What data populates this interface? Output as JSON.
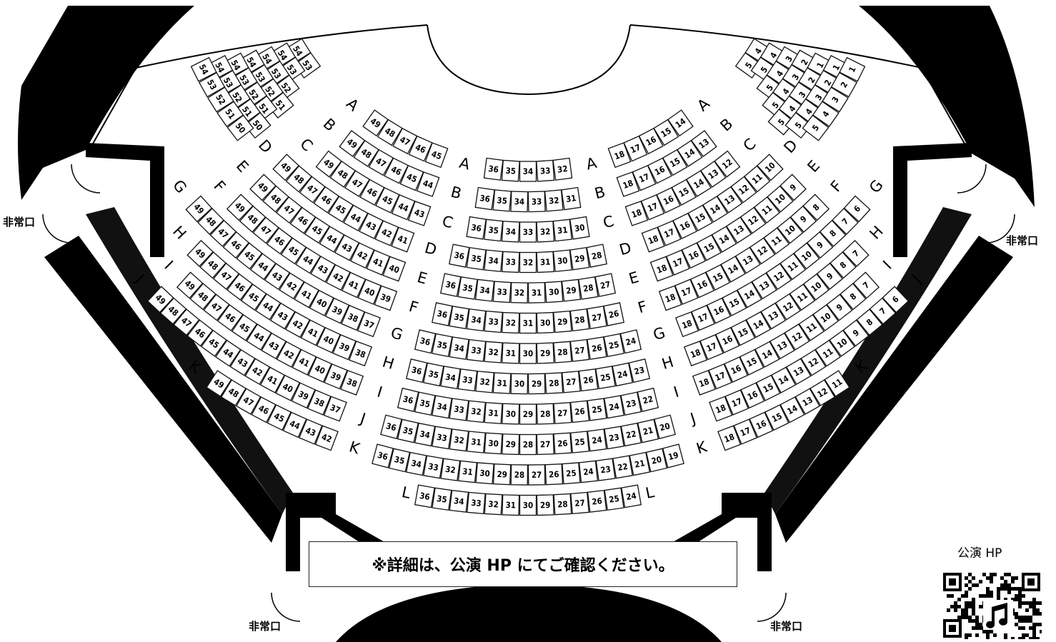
{
  "exits": {
    "left": "非常口",
    "right": "非常口",
    "bottom_left": "非常口",
    "bottom_right": "非常口"
  },
  "notice": "※詳細は、公演 HP にてご確認ください。",
  "qr": {
    "caption": "公演 HP",
    "icon": "music-note-icon"
  },
  "seating": {
    "row_letters": [
      "A",
      "B",
      "C",
      "D",
      "E",
      "F",
      "G",
      "H",
      "I",
      "J",
      "K",
      "L"
    ],
    "blocks": [
      {
        "name": "far-left",
        "rows": [
          {
            "row": "A",
            "seats": [
              4,
              5
            ]
          },
          {
            "row": "B",
            "seats": [
              4,
              5
            ]
          },
          {
            "row": "C",
            "seats": [
              3,
              4,
              5
            ]
          },
          {
            "row": "D",
            "seats": [
              2,
              3,
              4,
              5
            ]
          },
          {
            "row": "E",
            "seats": [
              1,
              2,
              3,
              4,
              5
            ]
          },
          {
            "row": "F",
            "seats": [
              1,
              2,
              3,
              4,
              5
            ]
          },
          {
            "row": "G",
            "seats": [
              1,
              2,
              3,
              4,
              5
            ]
          }
        ]
      },
      {
        "name": "left",
        "rows": [
          {
            "row": "A",
            "seats": [
              14,
              15,
              16,
              17,
              18
            ]
          },
          {
            "row": "B",
            "seats": [
              13,
              14,
              15,
              16,
              17,
              18
            ]
          },
          {
            "row": "C",
            "seats": [
              12,
              13,
              14,
              15,
              16,
              17,
              18
            ]
          },
          {
            "row": "D",
            "seats": [
              10,
              11,
              12,
              13,
              14,
              15,
              16,
              17,
              18
            ]
          },
          {
            "row": "E",
            "seats": [
              9,
              10,
              11,
              12,
              13,
              14,
              15,
              16,
              17,
              18
            ]
          },
          {
            "row": "F",
            "seats": [
              8,
              9,
              10,
              11,
              12,
              13,
              14,
              15,
              16,
              17,
              18
            ]
          },
          {
            "row": "G",
            "seats": [
              6,
              7,
              8,
              9,
              10,
              11,
              12,
              13,
              14,
              15,
              16,
              17,
              18
            ]
          },
          {
            "row": "H",
            "seats": [
              7,
              8,
              9,
              10,
              11,
              12,
              13,
              14,
              15,
              16,
              17,
              18
            ]
          },
          {
            "row": "I",
            "seats": [
              7,
              8,
              9,
              10,
              11,
              12,
              13,
              14,
              15,
              16,
              17,
              18
            ]
          },
          {
            "row": "J",
            "seats": [
              6,
              7,
              8,
              9,
              10,
              11,
              12,
              13,
              14,
              15,
              16,
              17,
              18
            ]
          },
          {
            "row": "K",
            "seats": [
              11,
              12,
              13,
              14,
              15,
              16,
              17,
              18
            ]
          }
        ]
      },
      {
        "name": "center",
        "rows": [
          {
            "row": "A",
            "seats": [
              32,
              33,
              34,
              35,
              36
            ]
          },
          {
            "row": "B",
            "seats": [
              31,
              32,
              33,
              34,
              35,
              36
            ]
          },
          {
            "row": "C",
            "seats": [
              30,
              31,
              32,
              33,
              34,
              35,
              36
            ]
          },
          {
            "row": "D",
            "seats": [
              28,
              29,
              30,
              31,
              32,
              33,
              34,
              35,
              36
            ]
          },
          {
            "row": "E",
            "seats": [
              27,
              28,
              29,
              30,
              31,
              32,
              33,
              34,
              35,
              36
            ]
          },
          {
            "row": "F",
            "seats": [
              26,
              27,
              28,
              29,
              30,
              31,
              32,
              33,
              34,
              35,
              36
            ]
          },
          {
            "row": "G",
            "seats": [
              24,
              25,
              26,
              27,
              28,
              29,
              30,
              31,
              32,
              33,
              34,
              35,
              36
            ]
          },
          {
            "row": "H",
            "seats": [
              23,
              24,
              25,
              26,
              27,
              28,
              29,
              30,
              31,
              32,
              33,
              34,
              35,
              36
            ]
          },
          {
            "row": "I",
            "seats": [
              22,
              23,
              24,
              25,
              26,
              27,
              28,
              29,
              30,
              31,
              32,
              33,
              34,
              35,
              36
            ]
          },
          {
            "row": "J",
            "seats": [
              20,
              21,
              22,
              23,
              24,
              25,
              26,
              27,
              28,
              29,
              30,
              31,
              32,
              33,
              34,
              35,
              36
            ]
          },
          {
            "row": "K",
            "seats": [
              19,
              20,
              21,
              22,
              23,
              24,
              25,
              26,
              27,
              28,
              29,
              30,
              31,
              32,
              33,
              34,
              35,
              36
            ]
          },
          {
            "row": "L",
            "seats": [
              24,
              25,
              26,
              27,
              28,
              29,
              30,
              31,
              32,
              33,
              34,
              35,
              36
            ]
          }
        ]
      },
      {
        "name": "right",
        "rows": [
          {
            "row": "A",
            "seats": [
              45,
              46,
              47,
              48,
              49
            ]
          },
          {
            "row": "B",
            "seats": [
              44,
              45,
              46,
              47,
              48,
              49
            ]
          },
          {
            "row": "C",
            "seats": [
              43,
              44,
              45,
              46,
              47,
              48,
              49
            ]
          },
          {
            "row": "D",
            "seats": [
              41,
              42,
              43,
              44,
              45,
              46,
              47,
              48,
              49
            ]
          },
          {
            "row": "E",
            "seats": [
              40,
              41,
              42,
              43,
              44,
              45,
              46,
              47,
              48,
              49
            ]
          },
          {
            "row": "F",
            "seats": [
              39,
              40,
              41,
              42,
              43,
              44,
              45,
              46,
              47,
              48,
              49
            ]
          },
          {
            "row": "G",
            "seats": [
              37,
              38,
              39,
              40,
              41,
              42,
              43,
              44,
              45,
              46,
              47,
              48,
              49
            ]
          },
          {
            "row": "H",
            "seats": [
              38,
              39,
              40,
              41,
              42,
              43,
              44,
              45,
              46,
              47,
              48,
              49
            ]
          },
          {
            "row": "I",
            "seats": [
              38,
              39,
              40,
              41,
              42,
              43,
              44,
              45,
              46,
              47,
              48,
              49
            ]
          },
          {
            "row": "J",
            "seats": [
              37,
              38,
              39,
              40,
              41,
              42,
              43,
              44,
              45,
              46,
              47,
              48,
              49
            ]
          },
          {
            "row": "K",
            "seats": [
              42,
              43,
              44,
              45,
              46,
              47,
              48,
              49
            ]
          }
        ]
      },
      {
        "name": "far-right",
        "rows": [
          {
            "row": "A",
            "seats": [
              53,
              54
            ]
          },
          {
            "row": "B",
            "seats": [
              53,
              54
            ]
          },
          {
            "row": "C",
            "seats": [
              52,
              53,
              54
            ]
          },
          {
            "row": "D",
            "seats": [
              51,
              52,
              53,
              54
            ]
          },
          {
            "row": "E",
            "seats": [
              51,
              52,
              53,
              54
            ]
          },
          {
            "row": "F",
            "seats": [
              50,
              51,
              52,
              53,
              54
            ]
          },
          {
            "row": "G",
            "seats": [
              50,
              51,
              52,
              53,
              54
            ]
          }
        ]
      }
    ]
  }
}
